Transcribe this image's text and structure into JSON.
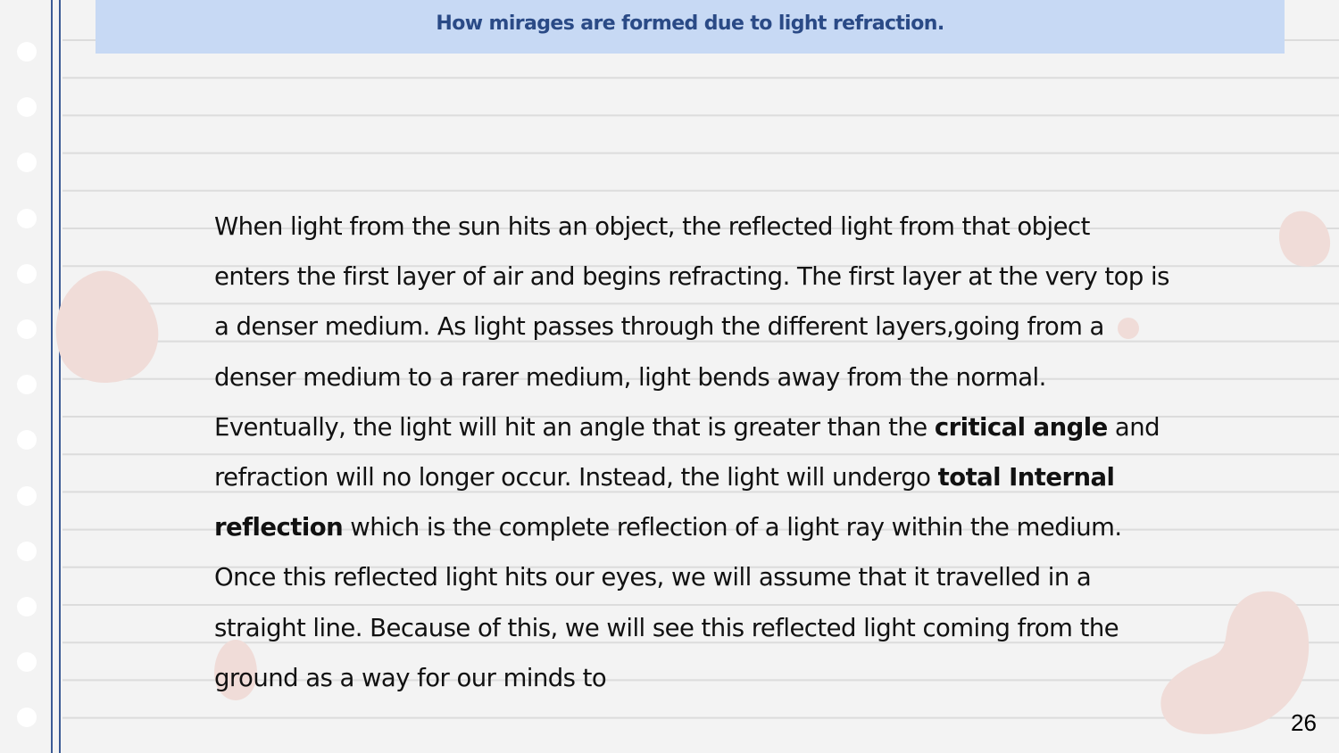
{
  "slide": {
    "title": "How mirages are formed due to light refraction.",
    "body": [
      {
        "text": "When light from the sun hits an object, the reflected light from that object enters the first layer of air and begins refracting. The first layer at the very top is a denser medium. As light passes through the different layers,going from a denser medium to a rarer medium, light bends away from the normal. Eventually, the light will hit an angle that is greater than the ",
        "bold": false
      },
      {
        "text": "critical angle",
        "bold": true
      },
      {
        "text": " and refraction will no longer occur.  Instead, the light will undergo ",
        "bold": false
      },
      {
        "text": "total Internal reflection",
        "bold": true
      },
      {
        "text": " which is the complete reflection of a light ray within the medium. Once this reflected light hits our eyes, we will assume that it travelled in a straight line. Because of this, we will see this reflected light coming from the ground as a way for our minds to",
        "bold": false
      }
    ],
    "page_number": "26"
  },
  "colors": {
    "background": "#f3f3f3",
    "title_bar": "#c7d9f4",
    "title_text": "#2a4a86",
    "margin_lines": "#3a5a95",
    "ruled_lines": "#dcdcdc",
    "blobs": "#f0dcd8",
    "holes": "#ffffff"
  }
}
